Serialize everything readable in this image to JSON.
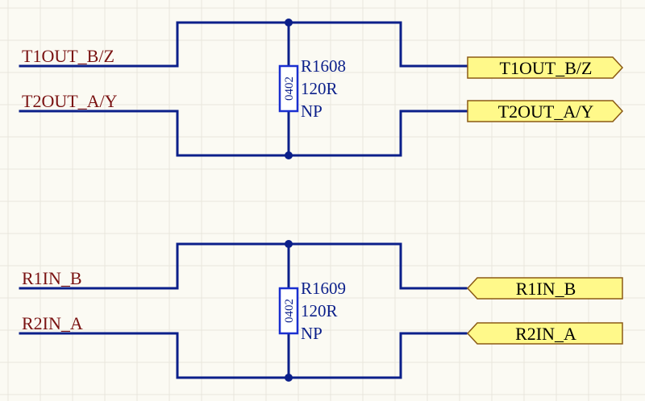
{
  "colors": {
    "wire": "#0b1f8a",
    "net_label": "#7a1212",
    "port_fill": "#fff98a",
    "port_border": "#8b5a14",
    "background": "#fbfaf3"
  },
  "circuit_top": {
    "inputs": [
      "T1OUT_B/Z",
      "T2OUT_A/Y"
    ],
    "resistor": {
      "designator": "R1608",
      "value": "120R",
      "note": "NP",
      "package": "0402"
    },
    "ports": [
      {
        "label": "T1OUT_B/Z",
        "direction": "output"
      },
      {
        "label": "T2OUT_A/Y",
        "direction": "output"
      }
    ]
  },
  "circuit_bottom": {
    "inputs": [
      "R1IN_B",
      "R2IN_A"
    ],
    "resistor": {
      "designator": "R1609",
      "value": "120R",
      "note": "NP",
      "package": "0402"
    },
    "ports": [
      {
        "label": "R1IN_B",
        "direction": "input"
      },
      {
        "label": "R2IN_A",
        "direction": "input"
      }
    ]
  }
}
